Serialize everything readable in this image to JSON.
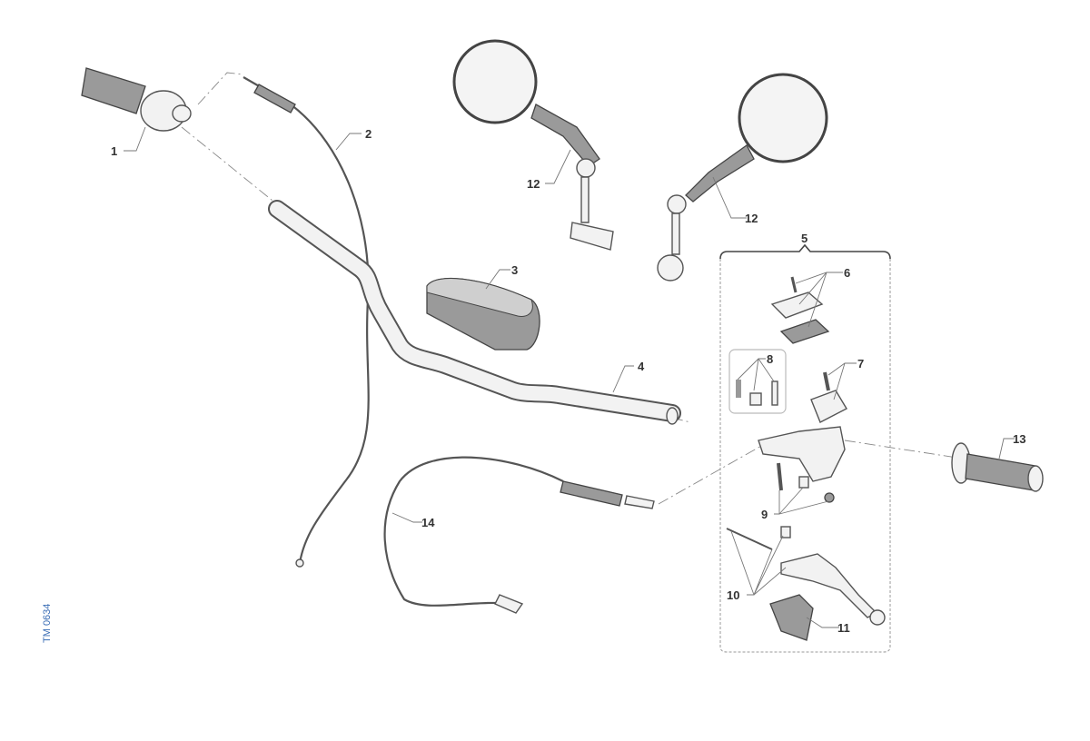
{
  "diagram": {
    "reference": "TM 0634",
    "callouts": [
      {
        "id": "1",
        "label": "1"
      },
      {
        "id": "2",
        "label": "2"
      },
      {
        "id": "3",
        "label": "3"
      },
      {
        "id": "4",
        "label": "4"
      },
      {
        "id": "5",
        "label": "5"
      },
      {
        "id": "6",
        "label": "6"
      },
      {
        "id": "7",
        "label": "7"
      },
      {
        "id": "8",
        "label": "8"
      },
      {
        "id": "9",
        "label": "9"
      },
      {
        "id": "10",
        "label": "10"
      },
      {
        "id": "11",
        "label": "11"
      },
      {
        "id": "12a",
        "label": "12"
      },
      {
        "id": "12b",
        "label": "12"
      },
      {
        "id": "13",
        "label": "13"
      },
      {
        "id": "14",
        "label": "14"
      }
    ]
  }
}
